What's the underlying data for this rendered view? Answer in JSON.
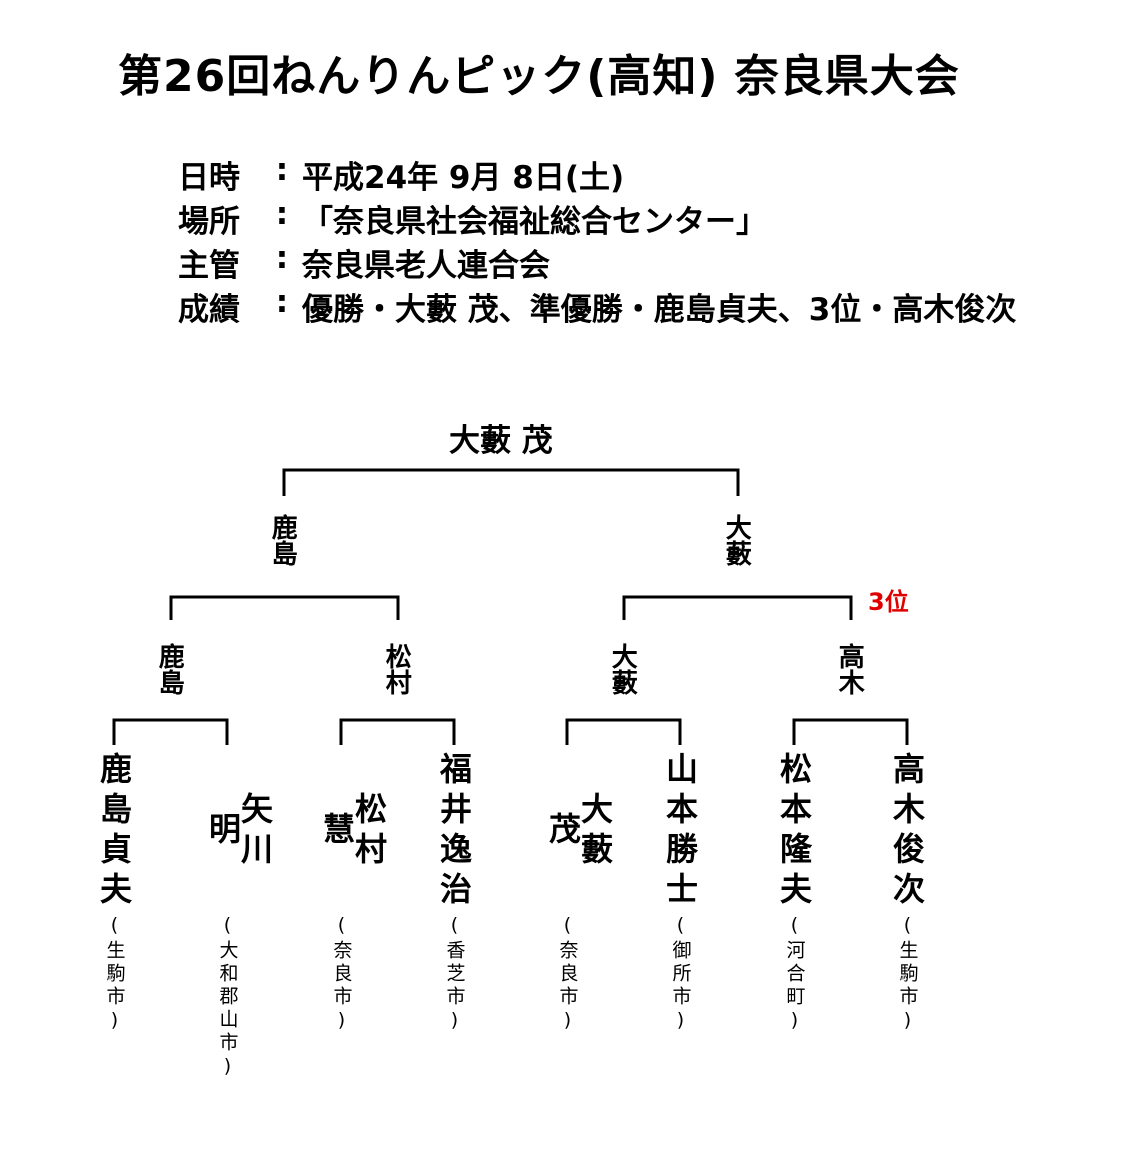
{
  "title": "第26回ねんりんピック(高知) 奈良県大会",
  "info": [
    {
      "label": "日時",
      "sep": ":",
      "value": "平成24年 9月 8日(土)"
    },
    {
      "label": "場所",
      "sep": ":",
      "value": "「奈良県社会福祉総合センター」"
    },
    {
      "label": "主管",
      "sep": ":",
      "value": "奈良県老人連合会"
    },
    {
      "label": "成績",
      "sep": ":",
      "value": "優勝・大藪 茂、準優勝・鹿島貞夫、3位・高木俊次"
    }
  ],
  "bracket": {
    "champion": "大藪 茂",
    "final": [
      "鹿島",
      "大藪"
    ],
    "semifinal": [
      "鹿島",
      "松村",
      "大藪",
      "高木"
    ],
    "third_place_label": "3位",
    "players": [
      {
        "name": "鹿島貞夫",
        "city": "(生駒市)"
      },
      {
        "name": "矢川 明",
        "city": "(大和郡山市)"
      },
      {
        "name": "松村 慧",
        "city": "(奈良市)"
      },
      {
        "name": "福井逸治",
        "city": "(香芝市)"
      },
      {
        "name": "大藪 茂",
        "city": "(奈良市)"
      },
      {
        "name": "山本勝士",
        "city": "(御所市)"
      },
      {
        "name": "松本隆夫",
        "city": "(河合町)"
      },
      {
        "name": "高木俊次",
        "city": "(生駒市)"
      }
    ]
  }
}
